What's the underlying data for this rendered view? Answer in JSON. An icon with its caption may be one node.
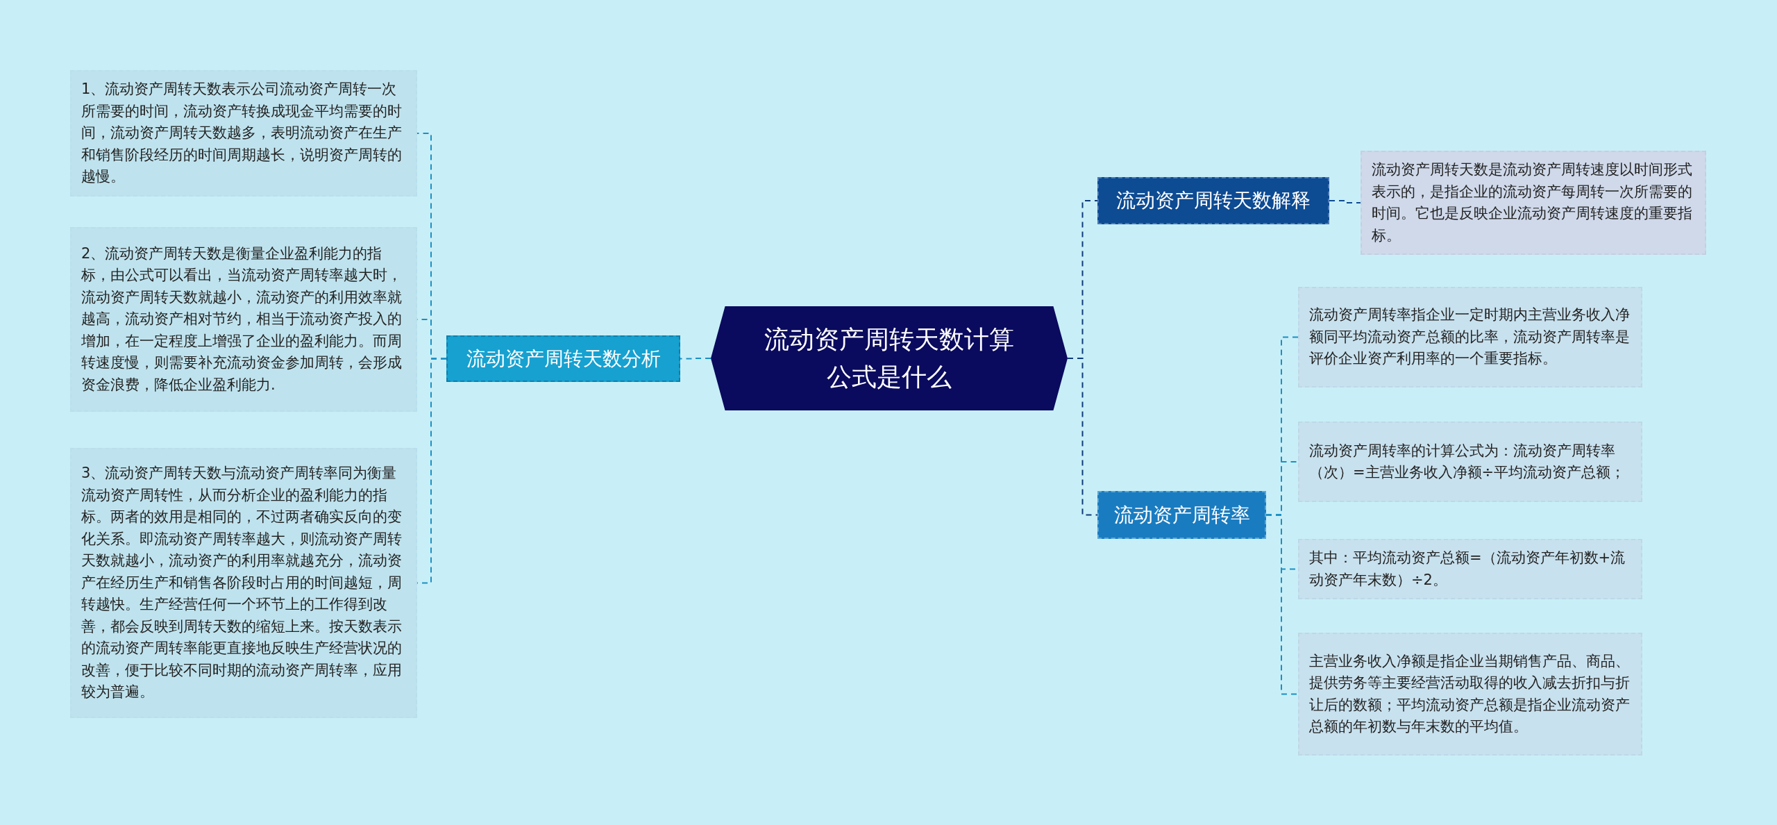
{
  "diagram": {
    "nodes": [
      {
        "text": [
          "流动资产周转天数计算公式是什么"
        ]
      },
      {
        "text": [
          "流动资产周转天数分析"
        ]
      },
      {
        "text": [
          "1、流动资产周转天数表示公司流动资产周转一次所需要的时间，流动资产转换成现金平均需要的时间，流动资产周转天数越多，表明流动资产在生产和销售阶段经历的时间周期越长，说明资产周转的越慢。"
        ]
      },
      {
        "text": [
          "2、流动资产周转天数是衡量企业盈利能力的指标，由公式可以看出，当流动资产周转率越大时，流动资产周转天数就越小，流动资产的利用效率就越高，流动资产相对节约，相当于流动资产投入的增加，在一定程度上增强了企业的盈利能力。而周转速度慢，则需要补充流动资金参加周转，会形成资金浪费，降低企业盈利能力."
        ]
      },
      {
        "text": [
          "3、流动资产周转天数与流动资产周转率同为衡量流动资产周转性，从而分析企业的盈利能力的指标。两者的效用是相同的，不过两者确实反向的变化关系。即流动资产周转率越大，则流动资产周转天数就越小，流动资产的利用率就越充分，流动资产在经历生产和销售各阶段时占用的时间越短，周转越快。生产经营任何一个环节上的工作得到改善，都会反映到周转天数的缩短上来。按天数表示的流动资产周转率能更直接地反映生产经营状况的改善，便于比较不同时期的流动资产周转率，应用较为普遍。"
        ]
      },
      {
        "text": [
          "流动资产周转天数解释"
        ]
      },
      {
        "text": [
          "流动资产周转天数是流动资产周转速度以时间形式表示的，是指企业的流动资产每周转一次所需要的时间。它也是反映企业流动资产周转速度的重要指标。"
        ]
      },
      {
        "text": [
          "流动资产周转率"
        ]
      },
      {
        "text": [
          "流动资产周转率指企业一定时期内主营业务收入净额同平均流动资产总额的比率，流动资产周转率是评价企业资产利用率的一个重要指标。"
        ]
      },
      {
        "text": [
          "流动资产周转率的计算公式为：流动资产周转率（次）=主营业务收入净额÷平均流动资产总额；"
        ]
      },
      {
        "text": [
          "其中：平均流动资产总额=（流动资产年初数+流动资产年末数）÷2。"
        ]
      },
      {
        "text": [
          "主营业务收入净额是指企业当期销售产品、商品、提供劳务等主要经营活动取得的收入减去折扣与折让后的数额；平均流动资产总额是指企业流动资产总额的年初数与年末数的平均值。"
        ]
      }
    ],
    "edges": [
      {
        "from": 0,
        "to": 1,
        "arrow": "none",
        "style": "dashed"
      },
      {
        "from": 1,
        "to": 2,
        "arrow": "none",
        "style": "dashed"
      },
      {
        "from": 1,
        "to": 3,
        "arrow": "none",
        "style": "dashed"
      },
      {
        "from": 1,
        "to": 4,
        "arrow": "none",
        "style": "dashed"
      },
      {
        "from": 0,
        "to": 5,
        "arrow": "none",
        "style": "dashed"
      },
      {
        "from": 5,
        "to": 6,
        "arrow": "none",
        "style": "dashed"
      },
      {
        "from": 0,
        "to": 7,
        "arrow": "none",
        "style": "dashed"
      },
      {
        "from": 7,
        "to": 8,
        "arrow": "none",
        "style": "dashed"
      },
      {
        "from": 7,
        "to": 9,
        "arrow": "none",
        "style": "dashed"
      },
      {
        "from": 7,
        "to": 10,
        "arrow": "none",
        "style": "dashed"
      },
      {
        "from": 7,
        "to": 11,
        "arrow": "none",
        "style": "dashed"
      }
    ]
  }
}
